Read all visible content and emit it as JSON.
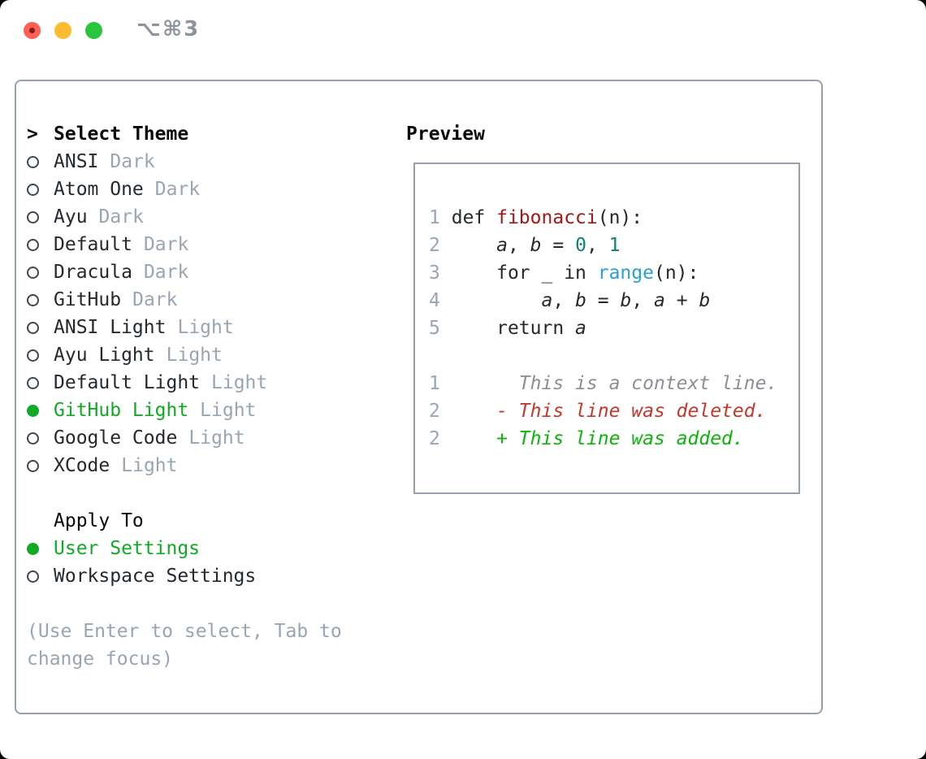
{
  "titlebar": {
    "shortcut_label": "⌥⌘3"
  },
  "theme_picker": {
    "header_prefix": ">",
    "header": "Select Theme",
    "themes": [
      {
        "name": "ANSI",
        "variant": "Dark",
        "selected": false
      },
      {
        "name": "Atom One",
        "variant": "Dark",
        "selected": false
      },
      {
        "name": "Ayu",
        "variant": "Dark",
        "selected": false
      },
      {
        "name": "Default",
        "variant": "Dark",
        "selected": false
      },
      {
        "name": "Dracula",
        "variant": "Dark",
        "selected": false
      },
      {
        "name": "GitHub",
        "variant": "Dark",
        "selected": false
      },
      {
        "name": "ANSI Light",
        "variant": "Light",
        "selected": false
      },
      {
        "name": "Ayu Light",
        "variant": "Light",
        "selected": false
      },
      {
        "name": "Default Light",
        "variant": "Light",
        "selected": false
      },
      {
        "name": "GitHub Light",
        "variant": "Light",
        "selected": true
      },
      {
        "name": "Google Code",
        "variant": "Light",
        "selected": false
      },
      {
        "name": "XCode",
        "variant": "Light",
        "selected": false
      }
    ],
    "apply_to": {
      "label": "Apply To",
      "options": [
        {
          "name": "User Settings",
          "selected": true
        },
        {
          "name": "Workspace Settings",
          "selected": false
        }
      ]
    },
    "hint": [
      "(Use Enter to select, Tab to",
      "change focus)"
    ]
  },
  "preview": {
    "label": "Preview",
    "code_lines": [
      {
        "num": "1",
        "segments": [
          {
            "t": "def ",
            "s": "plain"
          },
          {
            "t": "fibonacci",
            "s": "fn"
          },
          {
            "t": "(n):",
            "s": "plain"
          }
        ]
      },
      {
        "num": "2",
        "segments": [
          {
            "t": "    ",
            "s": "plain"
          },
          {
            "t": "a",
            "s": "var"
          },
          {
            "t": ", ",
            "s": "plain"
          },
          {
            "t": "b",
            "s": "var"
          },
          {
            "t": " = ",
            "s": "plain"
          },
          {
            "t": "0",
            "s": "num"
          },
          {
            "t": ", ",
            "s": "plain"
          },
          {
            "t": "1",
            "s": "num"
          }
        ]
      },
      {
        "num": "3",
        "segments": [
          {
            "t": "    for _ in ",
            "s": "plain"
          },
          {
            "t": "range",
            "s": "call"
          },
          {
            "t": "(n):",
            "s": "plain"
          }
        ]
      },
      {
        "num": "4",
        "segments": [
          {
            "t": "        ",
            "s": "plain"
          },
          {
            "t": "a",
            "s": "var"
          },
          {
            "t": ", ",
            "s": "plain"
          },
          {
            "t": "b",
            "s": "var"
          },
          {
            "t": " = ",
            "s": "plain"
          },
          {
            "t": "b",
            "s": "var"
          },
          {
            "t": ", ",
            "s": "plain"
          },
          {
            "t": "a",
            "s": "var"
          },
          {
            "t": " + ",
            "s": "plain"
          },
          {
            "t": "b",
            "s": "var"
          }
        ]
      },
      {
        "num": "5",
        "segments": [
          {
            "t": "    return ",
            "s": "plain"
          },
          {
            "t": "a",
            "s": "var"
          }
        ]
      },
      {
        "num": "",
        "segments": []
      },
      {
        "num": "1",
        "segments": [
          {
            "t": "      ",
            "s": "plain"
          },
          {
            "t": "This is a context line.",
            "s": "ctx"
          }
        ]
      },
      {
        "num": "2",
        "segments": [
          {
            "t": "    ",
            "s": "plain"
          },
          {
            "t": "- This line was deleted.",
            "s": "del"
          }
        ]
      },
      {
        "num": "2",
        "segments": [
          {
            "t": "    ",
            "s": "plain"
          },
          {
            "t": "+ This line was added.",
            "s": "add"
          }
        ]
      }
    ]
  },
  "colors": {
    "text_dark": "#24292e",
    "muted_gray": "#9aa5b2",
    "context_gray": "#8b9095",
    "selection_green": "#0fab24",
    "diff_added": "#0cb40c",
    "diff_deleted": "#c5362c",
    "function_red": "#a61717",
    "number_teal": "#11807c",
    "builtin_blue": "#2b9fd5",
    "border_gray": "#98a1ab",
    "header_black": "#0a0a0a",
    "traffic_red": "#ff5f56",
    "traffic_red_dot": "#891c12",
    "traffic_yellow": "#fdbc2f",
    "traffic_green": "#29c53e"
  }
}
